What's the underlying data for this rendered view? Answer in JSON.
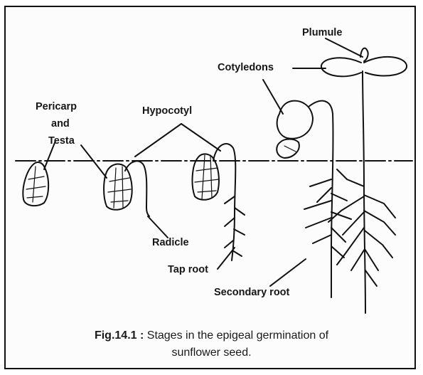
{
  "labels": {
    "plumule": "Plumule",
    "cotyledons": "Cotyledons",
    "pericarp_line1": "Pericarp",
    "pericarp_line2": "and",
    "pericarp_line3": "Testa",
    "hypocotyl": "Hypocotyl",
    "radicle": "Radicle",
    "tap_root": "Tap root",
    "secondary_root": "Secondary root"
  },
  "caption": {
    "figure_number": "Fig.14.1 :",
    "text": "Stages in the epigeal germination of",
    "text_line2": "sunflower seed."
  }
}
